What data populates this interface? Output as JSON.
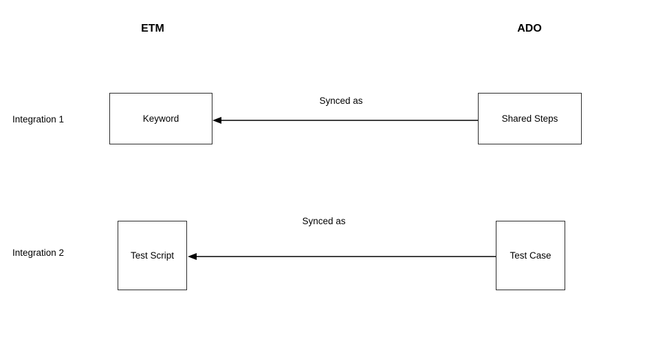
{
  "columns": [
    {
      "id": "etm",
      "label": "ETM"
    },
    {
      "id": "ado",
      "label": "ADO"
    }
  ],
  "rows": [
    {
      "id": "integration-1",
      "label": "Integration 1",
      "source": {
        "label": "Shared Steps"
      },
      "target": {
        "label": "Keyword"
      },
      "edge": {
        "label": "Synced as",
        "direction": "right-to-left",
        "arrowhead": "left"
      }
    },
    {
      "id": "integration-2",
      "label": "Integration 2",
      "source": {
        "label": "Test Case"
      },
      "target": {
        "label": "Test Script"
      },
      "edge": {
        "label": "Synced as",
        "direction": "right-to-left",
        "arrowhead": "left"
      }
    }
  ],
  "style": {
    "background": "#ffffff",
    "box_border": "#2b2b2b",
    "box_fill": "#ffffff",
    "line_color": "#000000",
    "text_color": "#000000"
  }
}
